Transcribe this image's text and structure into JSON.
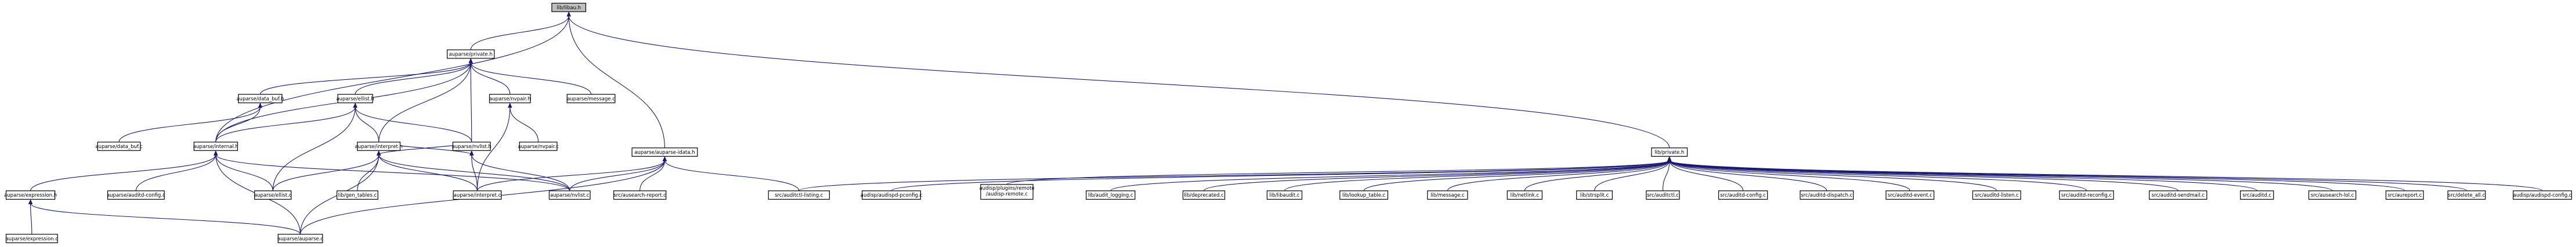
{
  "graph": {
    "nodes": [
      {
        "id": "root",
        "label": "lib/libau.h",
        "root": true
      },
      {
        "id": "private_h",
        "label": "auparse/private.h"
      },
      {
        "id": "data_buf_h",
        "label": "auparse/data_buf.h"
      },
      {
        "id": "ellist_h",
        "label": "auparse/ellist.h"
      },
      {
        "id": "nvpair_h",
        "label": "auparse/nvpair.h"
      },
      {
        "id": "message_c",
        "label": "auparse/message.c"
      },
      {
        "id": "auparse_idata_h",
        "label": "auparse/auparse-idata.h"
      },
      {
        "id": "lib_private_h",
        "label": "lib/private.h"
      },
      {
        "id": "data_buf_c",
        "label": "auparse/data_buf.c"
      },
      {
        "id": "internal_h",
        "label": "auparse/internal.h"
      },
      {
        "id": "interpret_h",
        "label": "auparse/interpret.h"
      },
      {
        "id": "nvlist_h",
        "label": "auparse/nvlist.h"
      },
      {
        "id": "nvpair_c",
        "label": "auparse/nvpair.c"
      },
      {
        "id": "expression_h",
        "label": "auparse/expression.h"
      },
      {
        "id": "auditd_config_c1",
        "label": "auparse/auditd-config.c"
      },
      {
        "id": "ellist_c",
        "label": "auparse/ellist.c"
      },
      {
        "id": "gen_tables_c",
        "label": "lib/gen_tables.c"
      },
      {
        "id": "interpret_c",
        "label": "auparse/interpret.c"
      },
      {
        "id": "nvlist_c",
        "label": "auparse/nvlist.c"
      },
      {
        "id": "ausearch_report_c",
        "label": "src/ausearch-report.c"
      },
      {
        "id": "auditctl_listing_c",
        "label": "src/auditctl-listing.c"
      },
      {
        "id": "audispd_pconfig_c",
        "label": "audisp/audispd-pconfig.c"
      },
      {
        "id": "audisp_remote_c",
        "label": "audisp/plugins/remote\n/audisp-remote.c"
      },
      {
        "id": "audit_logging_c",
        "label": "lib/audit_logging.c"
      },
      {
        "id": "deprecated_c",
        "label": "lib/deprecated.c"
      },
      {
        "id": "libaudit_c",
        "label": "lib/libaudit.c"
      },
      {
        "id": "lookup_table_c",
        "label": "lib/lookup_table.c"
      },
      {
        "id": "lib_message_c",
        "label": "lib/message.c"
      },
      {
        "id": "netlink_c",
        "label": "lib/netlink.c"
      },
      {
        "id": "strsplit_c",
        "label": "lib/strsplit.c"
      },
      {
        "id": "auditctl_c",
        "label": "src/auditctl.c"
      },
      {
        "id": "auditd_config_c2",
        "label": "src/auditd-config.c"
      },
      {
        "id": "auditd_dispatch_c",
        "label": "src/auditd-dispatch.c"
      },
      {
        "id": "auditd_event_c",
        "label": "src/auditd-event.c"
      },
      {
        "id": "auditd_listen_c",
        "label": "src/auditd-listen.c"
      },
      {
        "id": "auditd_reconfig_c",
        "label": "src/auditd-reconfig.c"
      },
      {
        "id": "auditd_sendmail_c",
        "label": "src/auditd-sendmail.c"
      },
      {
        "id": "auditd_c",
        "label": "src/auditd.c"
      },
      {
        "id": "ausearch_lol_c",
        "label": "src/ausearch-lol.c"
      },
      {
        "id": "aureport_c",
        "label": "src/aureport.c"
      },
      {
        "id": "delete_all_c",
        "label": "src/delete_all.c"
      },
      {
        "id": "audispd_config_c",
        "label": "audisp/audispd-config.c"
      },
      {
        "id": "expression_c",
        "label": "auparse/expression.c"
      },
      {
        "id": "auparse_c",
        "label": "auparse/auparse.c"
      }
    ],
    "edges": [
      [
        "private_h",
        "root"
      ],
      [
        "internal_h",
        "root"
      ],
      [
        "auparse_idata_h",
        "root"
      ],
      [
        "lib_private_h",
        "root"
      ],
      [
        "data_buf_h",
        "private_h"
      ],
      [
        "ellist_h",
        "private_h"
      ],
      [
        "nvpair_h",
        "private_h"
      ],
      [
        "message_c",
        "private_h"
      ],
      [
        "interpret_h",
        "private_h"
      ],
      [
        "nvlist_h",
        "private_h"
      ],
      [
        "internal_h",
        "private_h"
      ],
      [
        "data_buf_c",
        "data_buf_h"
      ],
      [
        "internal_h",
        "data_buf_h"
      ],
      [
        "internal_h",
        "ellist_h"
      ],
      [
        "nvlist_h",
        "ellist_h"
      ],
      [
        "ellist_c",
        "ellist_h"
      ],
      [
        "interpret_h",
        "ellist_h"
      ],
      [
        "nvpair_c",
        "nvpair_h"
      ],
      [
        "interpret_c",
        "nvpair_h"
      ],
      [
        "expression_h",
        "internal_h"
      ],
      [
        "auditd_config_c1",
        "internal_h"
      ],
      [
        "ellist_c",
        "internal_h"
      ],
      [
        "nvlist_c",
        "internal_h"
      ],
      [
        "auparse_c",
        "internal_h"
      ],
      [
        "ellist_c",
        "interpret_h"
      ],
      [
        "gen_tables_c",
        "interpret_h"
      ],
      [
        "interpret_c",
        "interpret_h"
      ],
      [
        "nvlist_c",
        "interpret_h"
      ],
      [
        "auparse_c",
        "interpret_h"
      ],
      [
        "nvlist_h",
        "interpret_h"
      ],
      [
        "interpret_c",
        "nvlist_h"
      ],
      [
        "nvlist_c",
        "nvlist_h"
      ],
      [
        "interpret_h",
        "nvlist_h"
      ],
      [
        "interpret_c",
        "auparse_idata_h"
      ],
      [
        "nvlist_c",
        "auparse_idata_h"
      ],
      [
        "ausearch_report_c",
        "auparse_idata_h"
      ],
      [
        "auditctl_listing_c",
        "auparse_idata_h"
      ],
      [
        "auparse_c",
        "auparse_idata_h"
      ],
      [
        "expression_c",
        "expression_h"
      ],
      [
        "auparse_c",
        "expression_h"
      ],
      [
        "auditctl_listing_c",
        "lib_private_h"
      ],
      [
        "audispd_pconfig_c",
        "lib_private_h"
      ],
      [
        "audisp_remote_c",
        "lib_private_h"
      ],
      [
        "audit_logging_c",
        "lib_private_h"
      ],
      [
        "deprecated_c",
        "lib_private_h"
      ],
      [
        "libaudit_c",
        "lib_private_h"
      ],
      [
        "lookup_table_c",
        "lib_private_h"
      ],
      [
        "lib_message_c",
        "lib_private_h"
      ],
      [
        "netlink_c",
        "lib_private_h"
      ],
      [
        "strsplit_c",
        "lib_private_h"
      ],
      [
        "auditctl_c",
        "lib_private_h"
      ],
      [
        "auditd_config_c2",
        "lib_private_h"
      ],
      [
        "auditd_dispatch_c",
        "lib_private_h"
      ],
      [
        "auditd_event_c",
        "lib_private_h"
      ],
      [
        "auditd_listen_c",
        "lib_private_h"
      ],
      [
        "auditd_reconfig_c",
        "lib_private_h"
      ],
      [
        "auditd_sendmail_c",
        "lib_private_h"
      ],
      [
        "auditd_c",
        "lib_private_h"
      ],
      [
        "ausearch_lol_c",
        "lib_private_h"
      ],
      [
        "aureport_c",
        "lib_private_h"
      ],
      [
        "delete_all_c",
        "lib_private_h"
      ],
      [
        "audispd_config_c",
        "lib_private_h"
      ]
    ]
  }
}
